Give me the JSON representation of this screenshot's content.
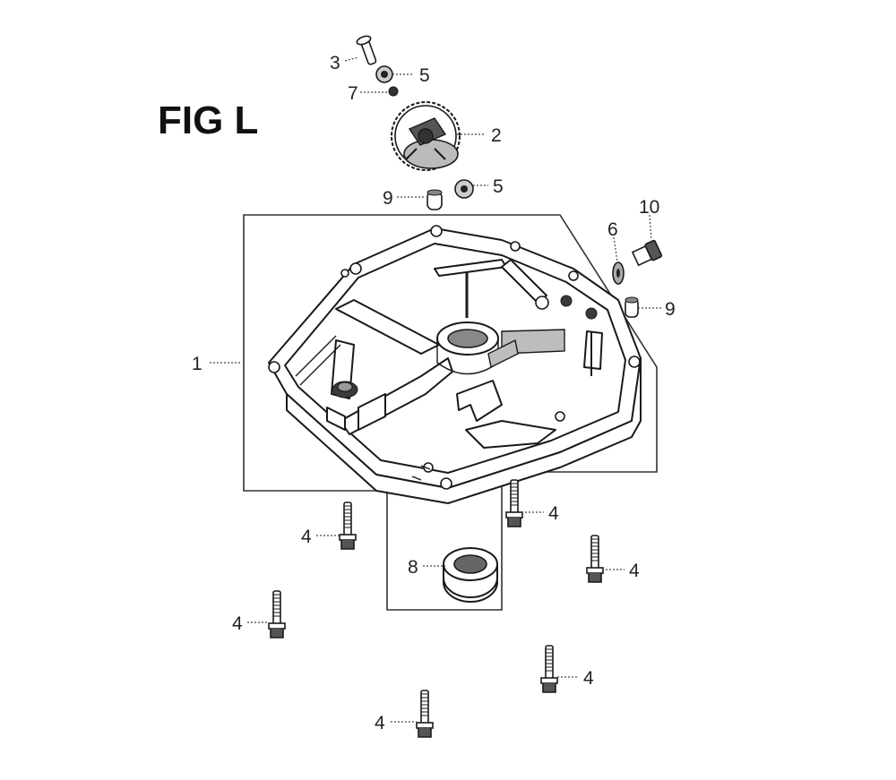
{
  "figure": {
    "title": "FIG L"
  },
  "callouts": [
    {
      "id": "c1",
      "label": "1"
    },
    {
      "id": "c2",
      "label": "2"
    },
    {
      "id": "c3",
      "label": "3"
    },
    {
      "id": "c4a",
      "label": "4"
    },
    {
      "id": "c4b",
      "label": "4"
    },
    {
      "id": "c4c",
      "label": "4"
    },
    {
      "id": "c4d",
      "label": "4"
    },
    {
      "id": "c4e",
      "label": "4"
    },
    {
      "id": "c4f",
      "label": "4"
    },
    {
      "id": "c5a",
      "label": "5"
    },
    {
      "id": "c5b",
      "label": "5"
    },
    {
      "id": "c6",
      "label": "6"
    },
    {
      "id": "c7",
      "label": "7"
    },
    {
      "id": "c8",
      "label": "8"
    },
    {
      "id": "c9a",
      "label": "9"
    },
    {
      "id": "c9b",
      "label": "9"
    },
    {
      "id": "c10",
      "label": "10"
    }
  ]
}
